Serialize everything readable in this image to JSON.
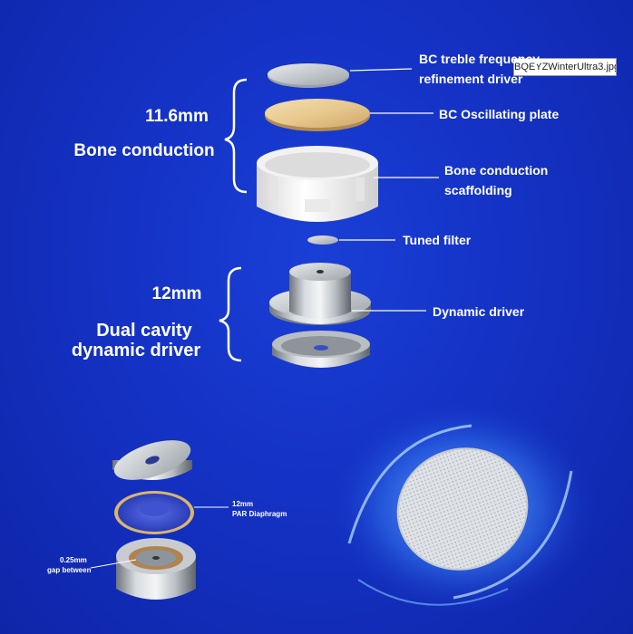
{
  "file_tag": "BQEYZWinterUltra3.jpg",
  "groups": {
    "bone": {
      "size": "11.6mm",
      "name": "Bone conduction"
    },
    "dynamic": {
      "size": "12mm",
      "name_line1": "Dual cavity",
      "name_line2": "dynamic driver"
    }
  },
  "callouts": {
    "treble_line1": "BC treble frequency",
    "treble_line2": "refinement driver",
    "oscillating": "BC Oscillating plate",
    "scaffold_line1": "Bone conduction",
    "scaffold_line2": "scaffolding",
    "filter": "Tuned filter",
    "driver": "Dynamic driver"
  },
  "lower": {
    "diaphragm_line1": "12mm",
    "diaphragm_line2": "PAR Diaphragm",
    "gap_line1": "0.25mm",
    "gap_line2": "gap between"
  }
}
